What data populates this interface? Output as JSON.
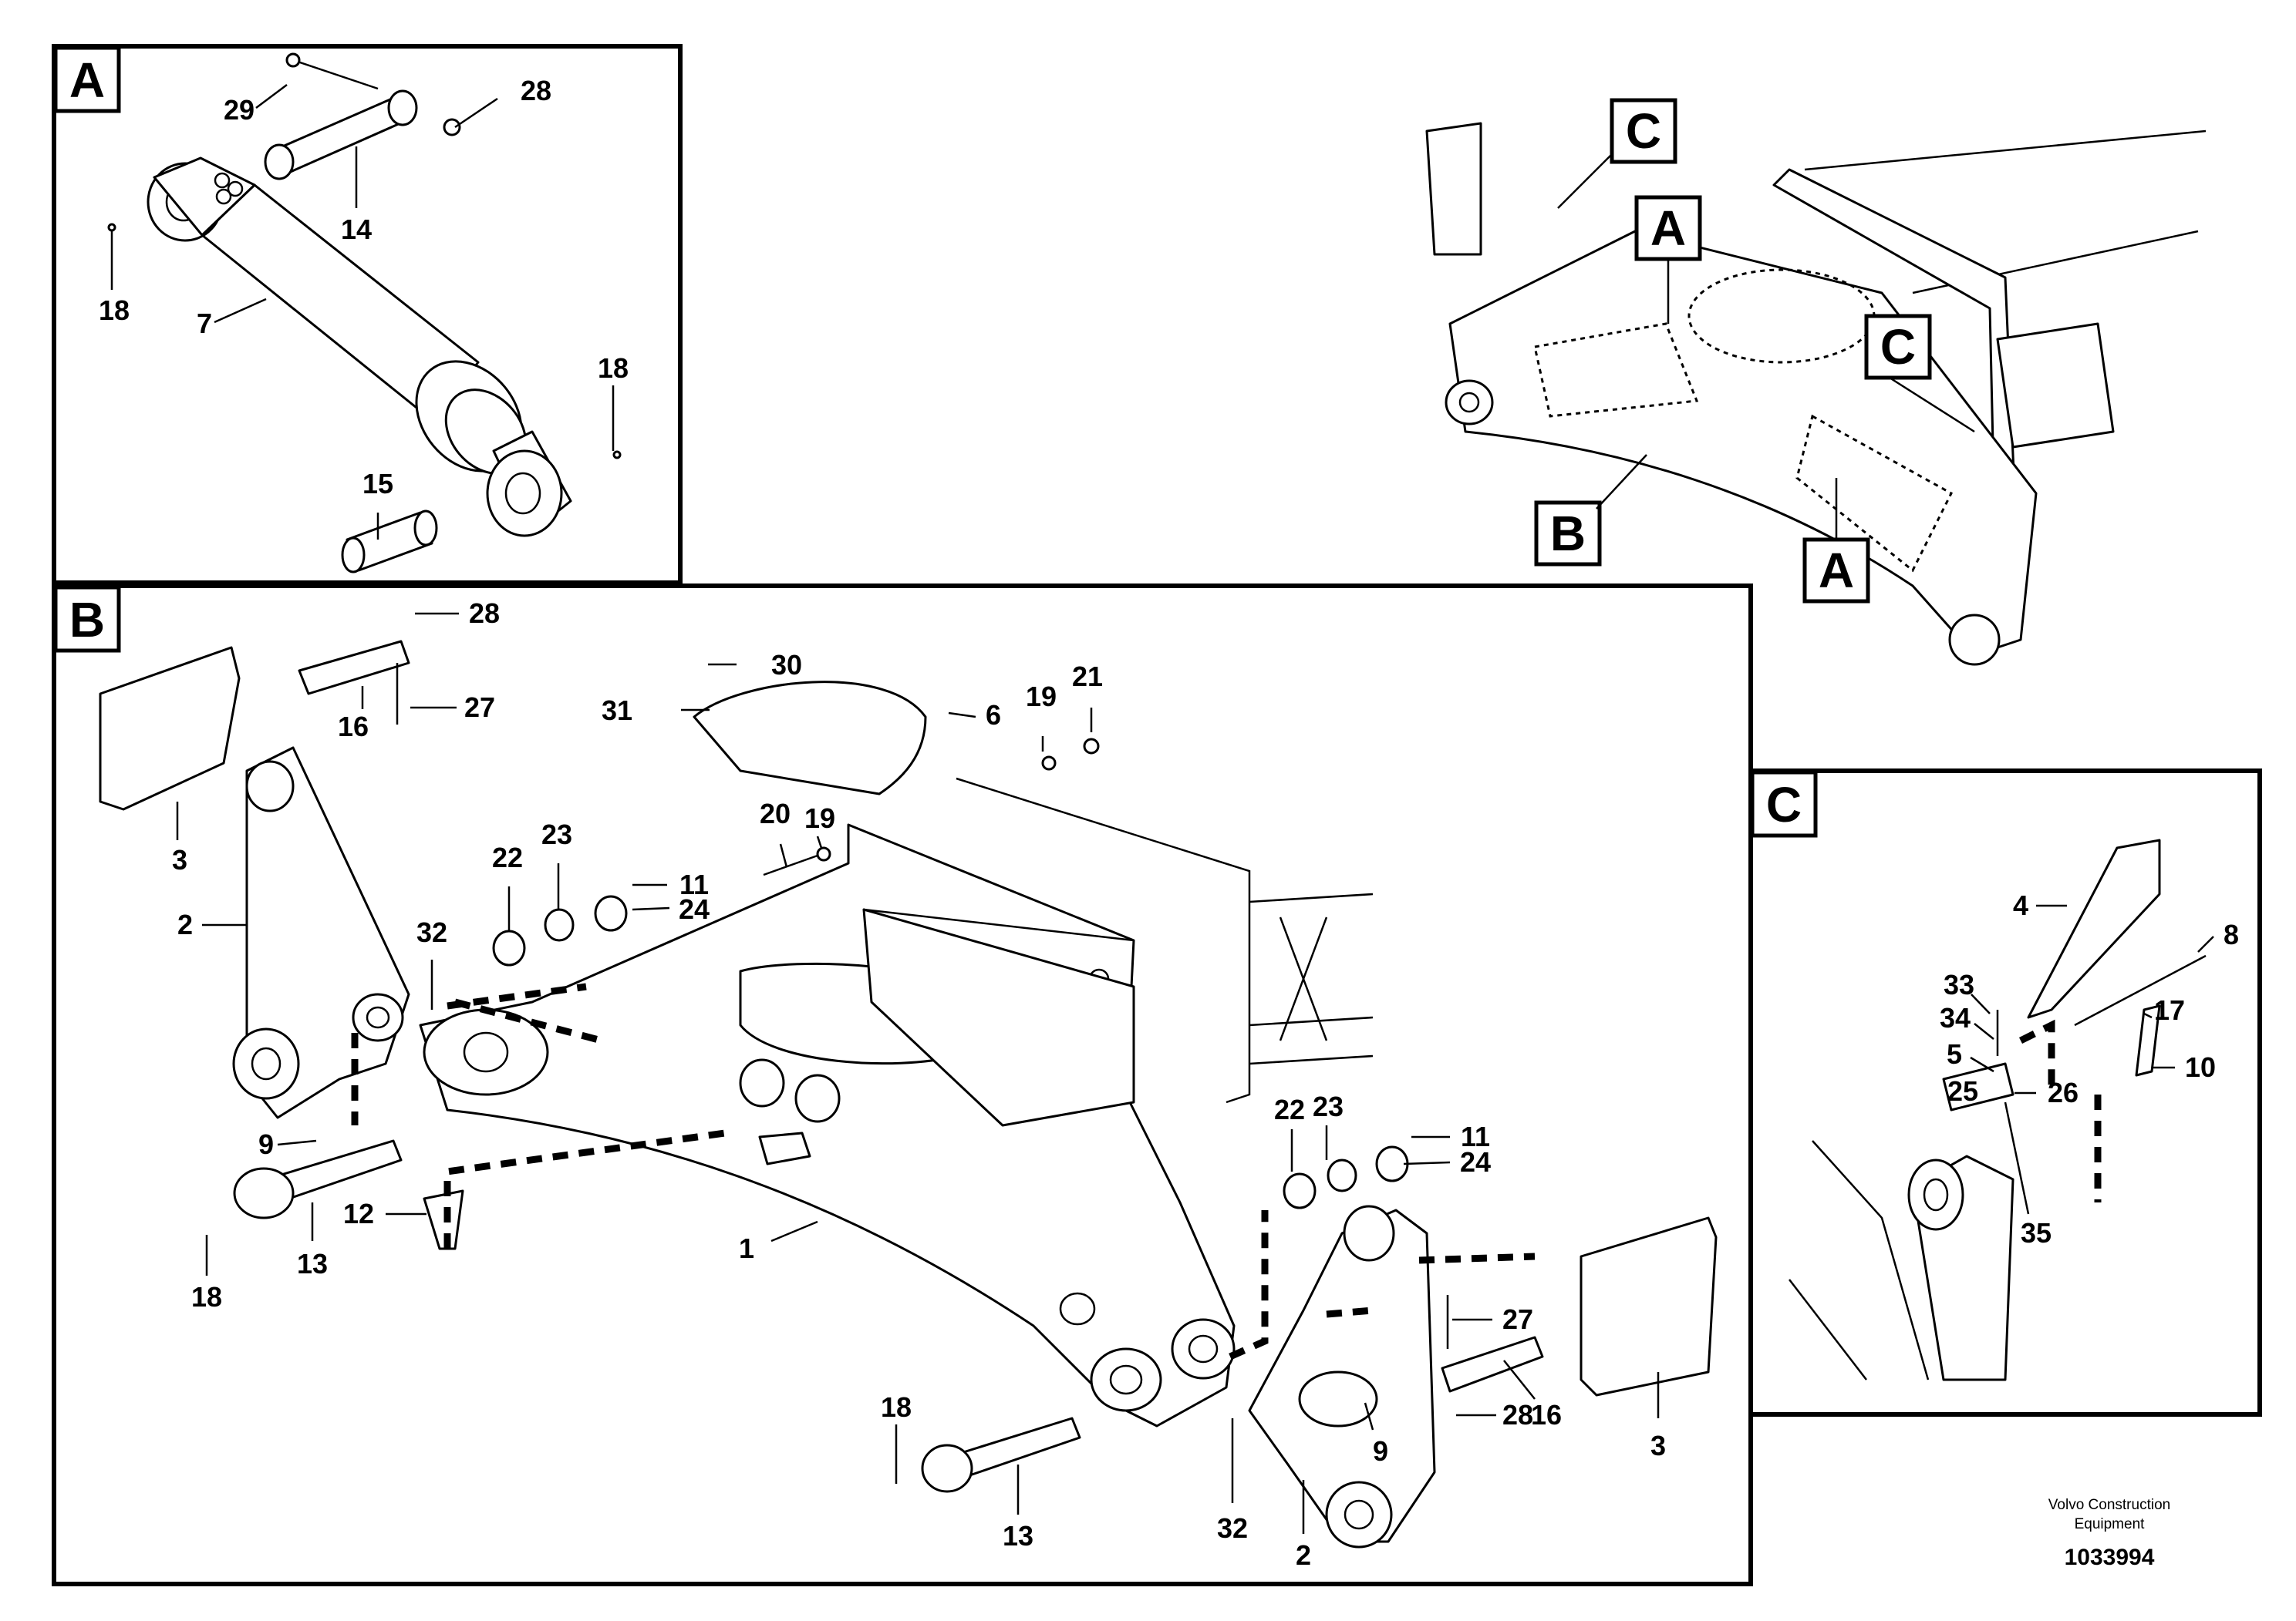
{
  "panels": {
    "A": {
      "tag": "A"
    },
    "B": {
      "tag": "B"
    },
    "C": {
      "tag": "C"
    }
  },
  "overview_tags": {
    "c1": "C",
    "a1": "A",
    "c2": "C",
    "b": "B",
    "a2": "A"
  },
  "callouts": {
    "A": [
      {
        "id": "a29",
        "label": "29"
      },
      {
        "id": "a28",
        "label": "28"
      },
      {
        "id": "a14",
        "label": "14"
      },
      {
        "id": "a18l",
        "label": "18"
      },
      {
        "id": "a7",
        "label": "7"
      },
      {
        "id": "a18r",
        "label": "18"
      },
      {
        "id": "a15",
        "label": "15"
      }
    ],
    "B": [
      {
        "id": "b28a",
        "label": "28"
      },
      {
        "id": "b27a",
        "label": "27"
      },
      {
        "id": "b16a",
        "label": "16"
      },
      {
        "id": "b3a",
        "label": "3"
      },
      {
        "id": "b2a",
        "label": "2"
      },
      {
        "id": "b30",
        "label": "30"
      },
      {
        "id": "b31",
        "label": "31"
      },
      {
        "id": "b6",
        "label": "6"
      },
      {
        "id": "b19a",
        "label": "19"
      },
      {
        "id": "b21",
        "label": "21"
      },
      {
        "id": "b20",
        "label": "20"
      },
      {
        "id": "b19b",
        "label": "19"
      },
      {
        "id": "b22a",
        "label": "22"
      },
      {
        "id": "b23a",
        "label": "23"
      },
      {
        "id": "b11a",
        "label": "11"
      },
      {
        "id": "b24a",
        "label": "24"
      },
      {
        "id": "b32a",
        "label": "32"
      },
      {
        "id": "b9a",
        "label": "9"
      },
      {
        "id": "b12",
        "label": "12"
      },
      {
        "id": "b18a",
        "label": "18"
      },
      {
        "id": "b13a",
        "label": "13"
      },
      {
        "id": "b1",
        "label": "1"
      },
      {
        "id": "b22b",
        "label": "22"
      },
      {
        "id": "b23b",
        "label": "23"
      },
      {
        "id": "b11b",
        "label": "11"
      },
      {
        "id": "b24b",
        "label": "24"
      },
      {
        "id": "b27b",
        "label": "27"
      },
      {
        "id": "b16b",
        "label": "16"
      },
      {
        "id": "b28b",
        "label": "28"
      },
      {
        "id": "b3b",
        "label": "3"
      },
      {
        "id": "b18b",
        "label": "18"
      },
      {
        "id": "b13b",
        "label": "13"
      },
      {
        "id": "b32b",
        "label": "32"
      },
      {
        "id": "b9b",
        "label": "9"
      },
      {
        "id": "b2b",
        "label": "2"
      }
    ],
    "C": [
      {
        "id": "c4",
        "label": "4"
      },
      {
        "id": "c8",
        "label": "8"
      },
      {
        "id": "c33",
        "label": "33"
      },
      {
        "id": "c17",
        "label": "17"
      },
      {
        "id": "c34",
        "label": "34"
      },
      {
        "id": "c5",
        "label": "5"
      },
      {
        "id": "c10",
        "label": "10"
      },
      {
        "id": "c25",
        "label": "25"
      },
      {
        "id": "c26",
        "label": "26"
      },
      {
        "id": "c35",
        "label": "35"
      }
    ]
  },
  "footer": {
    "company_line1": "Volvo Construction",
    "company_line2": "Equipment",
    "doc_number": "1033994"
  }
}
